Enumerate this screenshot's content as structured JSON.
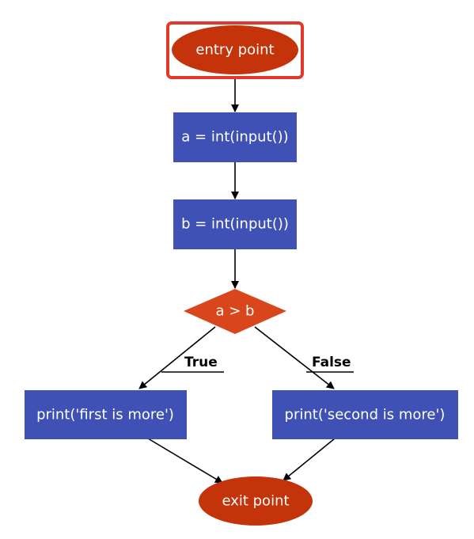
{
  "colors": {
    "terminal_fill": "#c4330a",
    "process_fill": "#4051b5",
    "decision_fill": "#d9461c",
    "selection_outline": "#e23a2a",
    "text": "#ffffff",
    "edge": "#000000"
  },
  "nodes": {
    "entry": {
      "label": "entry point",
      "shape": "ellipse",
      "selected": true
    },
    "assign_a": {
      "label": "a = int(input())",
      "shape": "rectangle"
    },
    "assign_b": {
      "label": "b = int(input())",
      "shape": "rectangle"
    },
    "condition": {
      "label": "a > b",
      "shape": "diamond"
    },
    "print_first": {
      "label": "print('first is more')",
      "shape": "rectangle"
    },
    "print_second": {
      "label": "print('second is more')",
      "shape": "rectangle"
    },
    "exit": {
      "label": "exit point",
      "shape": "ellipse"
    }
  },
  "edges": {
    "true_label": "True",
    "false_label": "False"
  }
}
